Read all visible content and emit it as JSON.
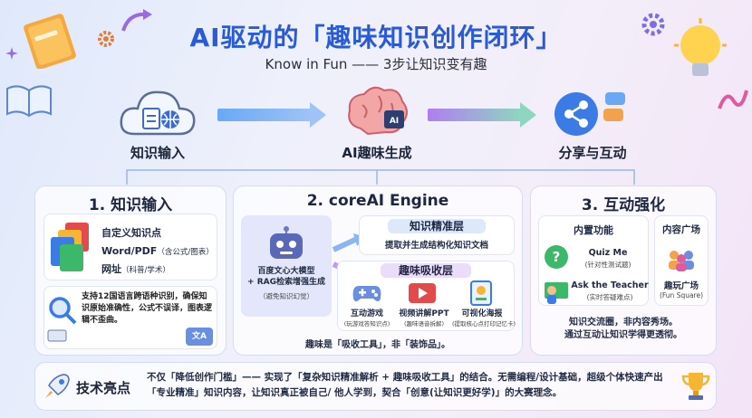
{
  "header": {
    "title": "AI驱动的「趣味知识创作闭环」",
    "subtitle": "Know in Fun —— 3步让知识变有趣"
  },
  "flow": {
    "step1": "知识输入",
    "step2": "AI趣味生成",
    "step3": "分享与互动",
    "ai_chip": "AI"
  },
  "panel1": {
    "title": "1. 知识输入",
    "items": [
      {
        "text": "自定义知识点",
        "note": ""
      },
      {
        "text": "Word/PDF",
        "note": "（含公式/图表）"
      },
      {
        "text": "网址",
        "note": "（科普/学术）"
      }
    ],
    "desc": "支持12国语言跨语种识别，确保知识原始准确性，公式不误译，图表逻辑不歪曲。",
    "translate_icon": "文A"
  },
  "panel2": {
    "title": "2. coreAI Engine",
    "engine_label": "百度文心大模型\n+ RAG检索增强生成",
    "engine_note": "（避免知识幻觉）",
    "layer1_title": "知识精准层",
    "layer1_desc": "提取并生成结构化知识文档",
    "layer2_title": "趣味吸收层",
    "outputs": [
      {
        "label": "互动游戏",
        "note": "(玩游戏答知识点)"
      },
      {
        "label": "视频讲解PPT",
        "note": "(趣味语音拆解)"
      },
      {
        "label": "可视化海报",
        "note": "(提取核心点打印记忆卡)"
      }
    ],
    "footer": "趣味是「吸收工具」，非「装饰品」。"
  },
  "panel3": {
    "title": "3. 互动强化",
    "builtin_title": "内置功能",
    "builtin_items": [
      {
        "label": "Quiz Me",
        "note": "(针对性测试题)"
      },
      {
        "label": "Ask the Teacher",
        "note": "(实时答疑难点)"
      }
    ],
    "square_title": "内容广场",
    "square_label": "趣玩广场",
    "square_note": "(Fun Square)",
    "footer": "知识交流圈，非内容秀场。\n通过互动让知识学得更透彻。"
  },
  "highlight": {
    "label": "技术亮点",
    "text": "不仅「降低创作门槛」—— 实现了「复杂知识精准解析 + 趣味吸收工具」的结合。无需编程/设计基础，超级个体快速产出「专业精准」知识内容，让知识真正被自己/ 他人学到，契合「创意(让知识更好学)」的大赛理念。"
  },
  "icons": {
    "book": "book-icon",
    "gear": "gear-icon",
    "bulb": "lightbulb-icon",
    "rocket": "rocket-icon",
    "trophy": "trophy-icon",
    "cloud": "cloud-upload-icon",
    "brain": "brain-icon",
    "share": "share-icon"
  },
  "colors": {
    "title_blue": "#2a5bd7",
    "arrow_blue": "#6aa8f5",
    "arrow_purple": "#b07ef0",
    "arrow_green": "#8fd6c0"
  }
}
